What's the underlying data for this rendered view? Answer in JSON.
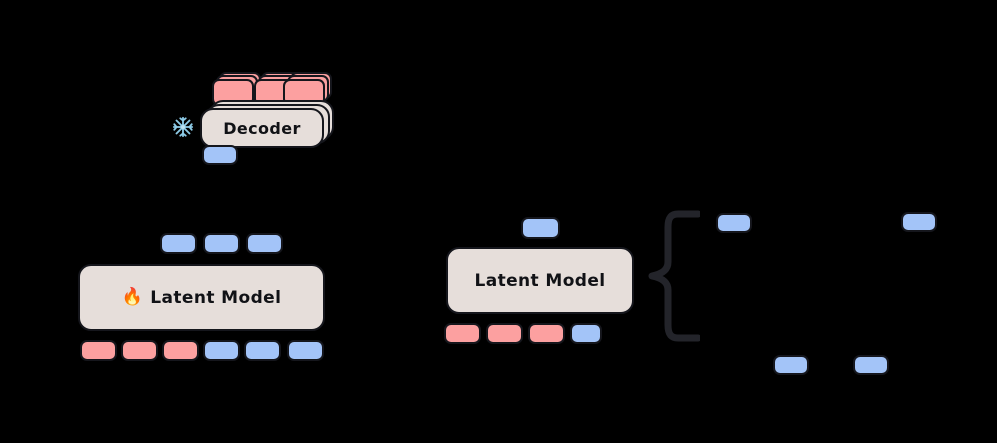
{
  "diagram": {
    "background_color": "#000000",
    "palette": {
      "pink_token": "#FCA0A0",
      "blue_token": "#A3C4F8",
      "panel_fill": "#E6DEDA",
      "stroke": "#15161c",
      "snowflake": "#8ECCE8",
      "flame": "#FF7A1A"
    },
    "panels": {
      "decoder": {
        "label": "Decoder",
        "state_icon": "snowflake-icon",
        "state_icon_glyph": "❄",
        "stack_copies": 2
      },
      "latent_model_left": {
        "label": "Latent Model",
        "state_icon": "flame-icon",
        "state_icon_glyph": "🔥"
      },
      "latent_model_right": {
        "label": "Latent Model",
        "state_icon": null,
        "state_icon_glyph": ""
      }
    },
    "decoder_group": {
      "input_tokens": [
        {
          "color": "pink",
          "stacked": true
        },
        {
          "color": "pink",
          "stacked": true
        },
        {
          "color": "pink",
          "stacked": true
        }
      ],
      "output_tokens": [
        {
          "color": "blue"
        }
      ]
    },
    "latent_left_group": {
      "output_tokens": [
        {
          "color": "blue"
        },
        {
          "color": "blue"
        },
        {
          "color": "blue"
        }
      ],
      "input_tokens": [
        {
          "color": "pink"
        },
        {
          "color": "pink"
        },
        {
          "color": "pink"
        },
        {
          "color": "blue"
        },
        {
          "color": "blue"
        },
        {
          "color": "blue"
        }
      ]
    },
    "latent_right_group": {
      "output_tokens": [
        {
          "color": "blue"
        }
      ],
      "input_tokens": [
        {
          "color": "pink"
        },
        {
          "color": "pink"
        },
        {
          "color": "pink"
        },
        {
          "color": "blue"
        }
      ],
      "brace": "left-curly-brace",
      "scattered_tokens": [
        {
          "color": "blue"
        },
        {
          "color": "blue"
        },
        {
          "color": "blue"
        },
        {
          "color": "blue"
        }
      ]
    }
  }
}
